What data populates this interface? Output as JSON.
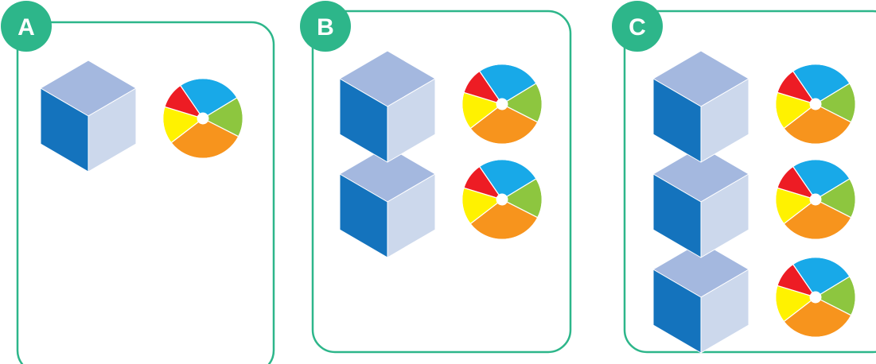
{
  "panels": [
    {
      "label": "A",
      "rows": 1
    },
    {
      "label": "B",
      "rows": 2
    },
    {
      "label": "C",
      "rows": 3
    }
  ],
  "colors": {
    "border": "#2db68a",
    "badge": "#2db68a",
    "badge_text": "#ffffff",
    "cube_top": "#a4b8df",
    "cube_left": "#1473bd",
    "cube_right": "#ccd8ec",
    "ball_blue": "#18a9e8",
    "ball_green": "#8dc63f",
    "ball_orange": "#f7941d",
    "ball_yellow": "#fff200",
    "ball_red": "#ed1c24",
    "ball_center": "#ffffff"
  },
  "icons": {
    "cube": "cube-icon",
    "ball": "beach-ball-icon"
  }
}
